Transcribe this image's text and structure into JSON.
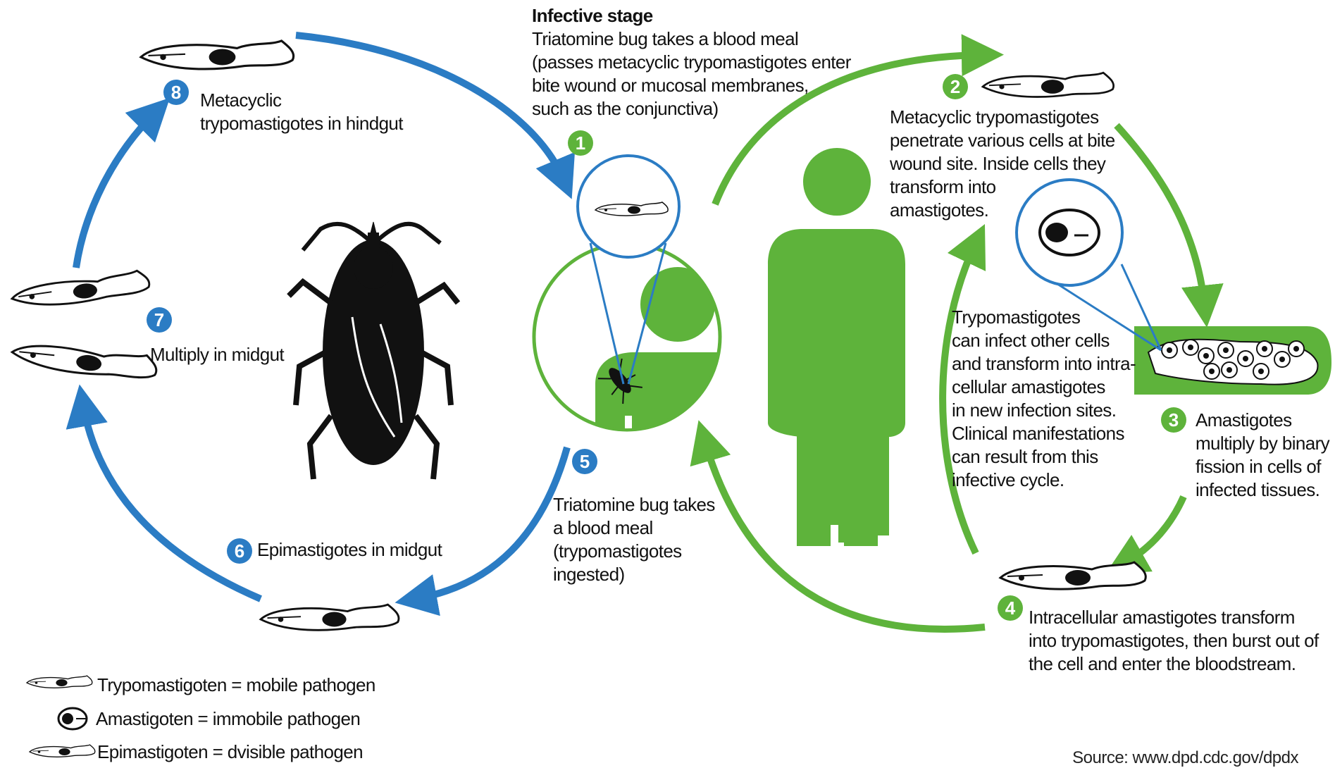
{
  "infective_stage": {
    "title": "Infective stage",
    "lines": [
      "Triatomine bug takes a blood meal",
      "(passes metacyclic trypomastigotes enter",
      "bite wound or mucosal membranes,",
      "such as the conjunctiva)"
    ]
  },
  "steps": [
    {
      "number": "1",
      "lines": []
    },
    {
      "number": "2",
      "lines": [
        "Metacyclic trypomastigotes",
        "penetrate various cells at bite",
        "wound site. Inside cells they",
        "transform into",
        "amastigotes."
      ]
    },
    {
      "number": "3",
      "lines": [
        "Amastigotes",
        "multiply by binary",
        "fission in cells of",
        "infected tissues."
      ]
    },
    {
      "number": "4",
      "lines": [
        "Intracellular amastigotes transform",
        "into trypomastigotes, then burst out of",
        "the cell and enter the bloodstream."
      ]
    },
    {
      "number": "5",
      "lines": [
        "Triatomine bug takes",
        "a blood meal",
        "(trypomastigotes",
        "ingested)"
      ]
    },
    {
      "number": "6",
      "lines": [
        "Epimastigotes in midgut"
      ]
    },
    {
      "number": "7",
      "lines": [
        "Multiply in midgut"
      ]
    },
    {
      "number": "8",
      "lines": [
        "Metacyclic",
        "trypomastigotes in hindgut"
      ]
    }
  ],
  "reinfection_note": [
    "Trypomastigotes",
    "can infect other cells",
    "and transform into intra-",
    "cellular amastigotes",
    "in new infection sites.",
    "Clinical manifestations",
    "can result from this",
    "infective cycle."
  ],
  "legend": [
    {
      "icon": "trypomastigote-icon",
      "label": "Trypomastigoten = mobile pathogen"
    },
    {
      "icon": "amastigote-icon",
      "label": "Amastigoten = immobile pathogen"
    },
    {
      "icon": "epimastigote-icon",
      "label": "Epimastigoten = dvisible pathogen"
    }
  ],
  "source": "Source: www.dpd.cdc.gov/dpdx",
  "colors": {
    "blue": "#2b7cc4",
    "green": "#5eb33b",
    "black": "#111111"
  }
}
